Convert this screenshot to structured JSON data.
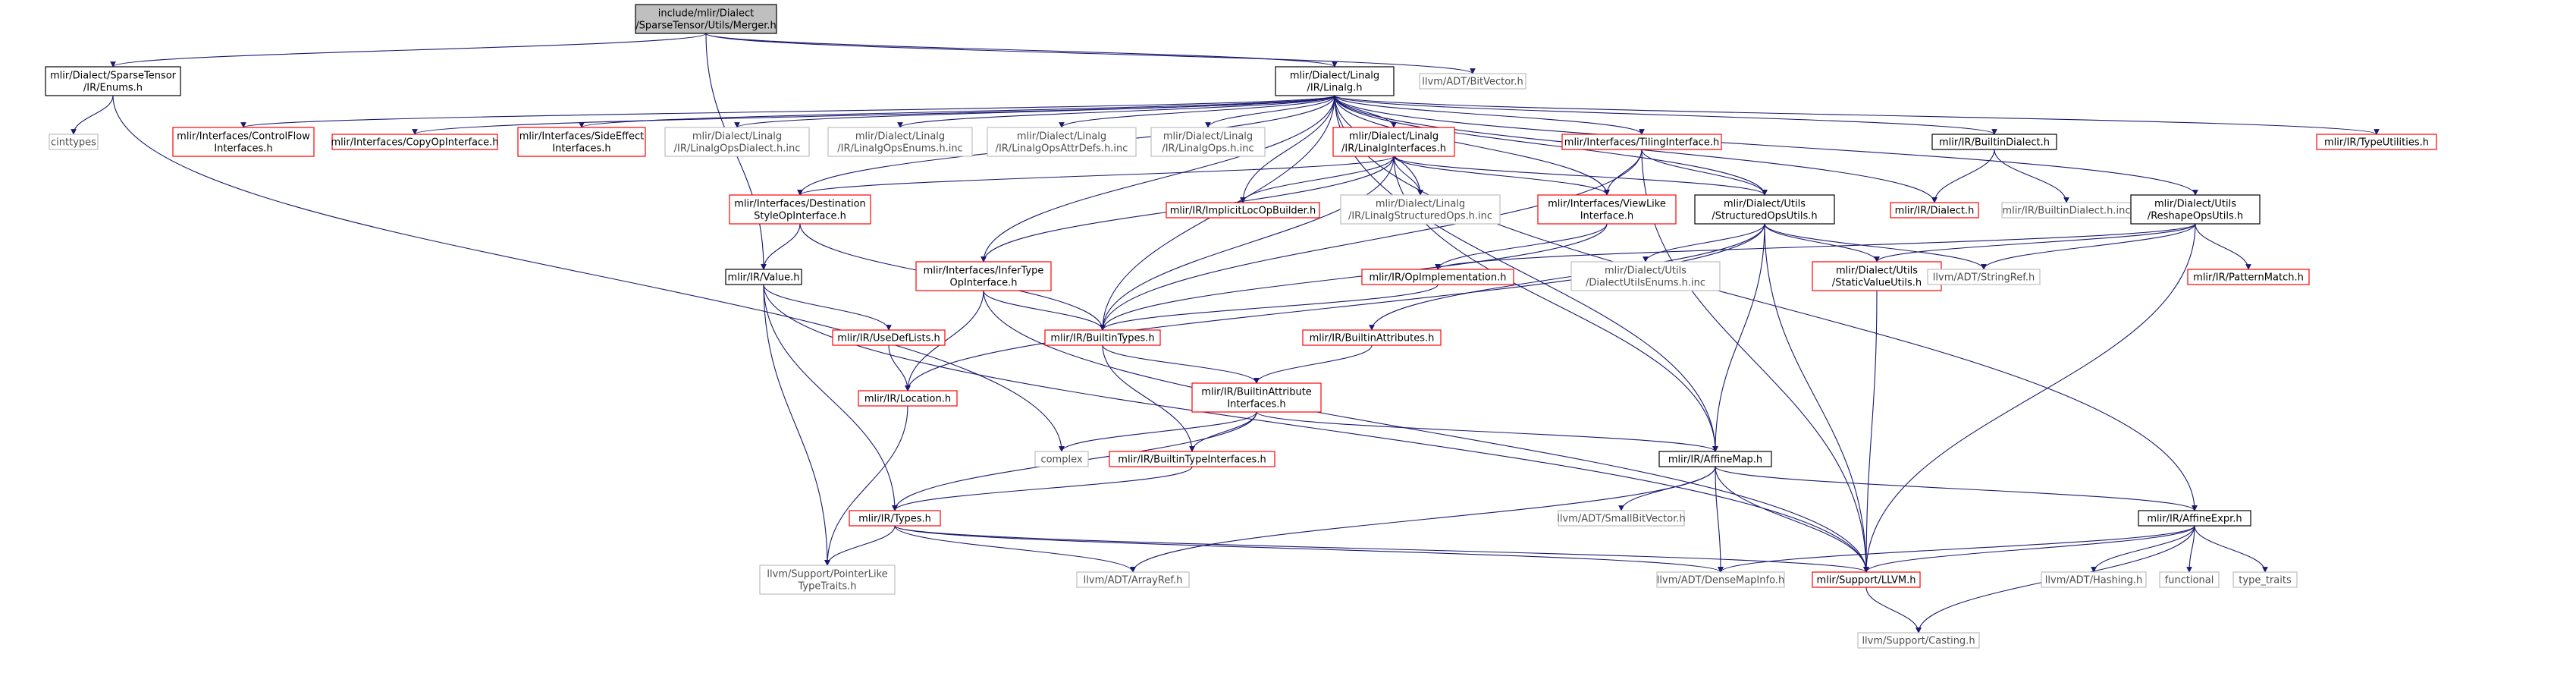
{
  "colors": {
    "edge": "#191970",
    "root_fill": "#bfbfbf",
    "box_border_standard": "#000000",
    "box_border_red": "#ff0000",
    "box_border_gray": "#bfbfbf"
  },
  "nodes": [
    {
      "id": "merger",
      "lines": [
        "include/mlir/Dialect",
        "/SparseTensor/Utils/Merger.h"
      ],
      "style": "root"
    },
    {
      "id": "enums",
      "lines": [
        "mlir/Dialect/SparseTensor",
        "/IR/Enums.h"
      ],
      "style": "std"
    },
    {
      "id": "linalg",
      "lines": [
        "mlir/Dialect/Linalg",
        "/IR/Linalg.h"
      ],
      "style": "std"
    },
    {
      "id": "bitvector",
      "lines": [
        "llvm/ADT/BitVector.h"
      ],
      "style": "gray"
    },
    {
      "id": "cinttypes",
      "lines": [
        "cinttypes"
      ],
      "style": "gray"
    },
    {
      "id": "controlflow",
      "lines": [
        "mlir/Interfaces/ControlFlow",
        "Interfaces.h"
      ],
      "style": "red"
    },
    {
      "id": "copyop",
      "lines": [
        "mlir/Interfaces/CopyOpInterface.h"
      ],
      "style": "red"
    },
    {
      "id": "sideeffect",
      "lines": [
        "mlir/Interfaces/SideEffect",
        "Interfaces.h"
      ],
      "style": "red"
    },
    {
      "id": "linalgdialectinc",
      "lines": [
        "mlir/Dialect/Linalg",
        "/IR/LinalgOpsDialect.h.inc"
      ],
      "style": "gray"
    },
    {
      "id": "linalgenumsinc",
      "lines": [
        "mlir/Dialect/Linalg",
        "/IR/LinalgOpsEnums.h.inc"
      ],
      "style": "gray"
    },
    {
      "id": "linalgattrinc",
      "lines": [
        "mlir/Dialect/Linalg",
        "/IR/LinalgOpsAttrDefs.h.inc"
      ],
      "style": "gray"
    },
    {
      "id": "linalgopsinc",
      "lines": [
        "mlir/Dialect/Linalg",
        "/IR/LinalgOps.h.inc"
      ],
      "style": "gray"
    },
    {
      "id": "linalginterfaces",
      "lines": [
        "mlir/Dialect/Linalg",
        "/IR/LinalgInterfaces.h"
      ],
      "style": "red"
    },
    {
      "id": "tiling",
      "lines": [
        "mlir/Interfaces/TilingInterface.h"
      ],
      "style": "red"
    },
    {
      "id": "builtindialect",
      "lines": [
        "mlir/IR/BuiltinDialect.h"
      ],
      "style": "std"
    },
    {
      "id": "typeutil",
      "lines": [
        "mlir/IR/TypeUtilities.h"
      ],
      "style": "red"
    },
    {
      "id": "destination",
      "lines": [
        "mlir/Interfaces/Destination",
        "StyleOpInterface.h"
      ],
      "style": "red"
    },
    {
      "id": "implicitloc",
      "lines": [
        "mlir/IR/ImplicitLocOpBuilder.h"
      ],
      "style": "red"
    },
    {
      "id": "structuredinc",
      "lines": [
        "mlir/Dialect/Linalg",
        "/IR/LinalgStructuredOps.h.inc"
      ],
      "style": "gray"
    },
    {
      "id": "viewlike",
      "lines": [
        "mlir/Interfaces/ViewLike",
        "Interface.h"
      ],
      "style": "red"
    },
    {
      "id": "structuredutils",
      "lines": [
        "mlir/Dialect/Utils",
        "/StructuredOpsUtils.h"
      ],
      "style": "std"
    },
    {
      "id": "dialect",
      "lines": [
        "mlir/IR/Dialect.h"
      ],
      "style": "red"
    },
    {
      "id": "builtindialectinc",
      "lines": [
        "mlir/IR/BuiltinDialect.h.inc"
      ],
      "style": "gray"
    },
    {
      "id": "reshape",
      "lines": [
        "mlir/Dialect/Utils",
        "/ReshapeOpsUtils.h"
      ],
      "style": "std"
    },
    {
      "id": "value",
      "lines": [
        "mlir/IR/Value.h"
      ],
      "style": "std"
    },
    {
      "id": "infertype",
      "lines": [
        "mlir/Interfaces/InferType",
        "OpInterface.h"
      ],
      "style": "red"
    },
    {
      "id": "opimpl",
      "lines": [
        "mlir/IR/OpImplementation.h"
      ],
      "style": "red"
    },
    {
      "id": "dialectutilsenums",
      "lines": [
        "mlir/Dialect/Utils",
        "/DialectUtilsEnums.h.inc"
      ],
      "style": "gray"
    },
    {
      "id": "staticvalue",
      "lines": [
        "mlir/Dialect/Utils",
        "/StaticValueUtils.h"
      ],
      "style": "red"
    },
    {
      "id": "stringref",
      "lines": [
        "llvm/ADT/StringRef.h"
      ],
      "style": "gray"
    },
    {
      "id": "patternmatch",
      "lines": [
        "mlir/IR/PatternMatch.h"
      ],
      "style": "red"
    },
    {
      "id": "usedeflists",
      "lines": [
        "mlir/IR/UseDefLists.h"
      ],
      "style": "red"
    },
    {
      "id": "builtintypes",
      "lines": [
        "mlir/IR/BuiltinTypes.h"
      ],
      "style": "red"
    },
    {
      "id": "builtinattrs",
      "lines": [
        "mlir/IR/BuiltinAttributes.h"
      ],
      "style": "red"
    },
    {
      "id": "location",
      "lines": [
        "mlir/IR/Location.h"
      ],
      "style": "red"
    },
    {
      "id": "builtinattrif",
      "lines": [
        "mlir/IR/BuiltinAttribute",
        "Interfaces.h"
      ],
      "style": "red"
    },
    {
      "id": "complex",
      "lines": [
        "complex"
      ],
      "style": "gray"
    },
    {
      "id": "builtintypeif",
      "lines": [
        "mlir/IR/BuiltinTypeInterfaces.h"
      ],
      "style": "red"
    },
    {
      "id": "affinemap",
      "lines": [
        "mlir/IR/AffineMap.h"
      ],
      "style": "std"
    },
    {
      "id": "types",
      "lines": [
        "mlir/IR/Types.h"
      ],
      "style": "red"
    },
    {
      "id": "smallbitvector",
      "lines": [
        "llvm/ADT/SmallBitVector.h"
      ],
      "style": "gray"
    },
    {
      "id": "affineexpr",
      "lines": [
        "mlir/IR/AffineExpr.h"
      ],
      "style": "std"
    },
    {
      "id": "pointerlike",
      "lines": [
        "llvm/Support/PointerLike",
        "TypeTraits.h"
      ],
      "style": "gray"
    },
    {
      "id": "arrayref",
      "lines": [
        "llvm/ADT/ArrayRef.h"
      ],
      "style": "gray"
    },
    {
      "id": "densemapinfo",
      "lines": [
        "llvm/ADT/DenseMapInfo.h"
      ],
      "style": "gray"
    },
    {
      "id": "llvm",
      "lines": [
        "mlir/Support/LLVM.h"
      ],
      "style": "red"
    },
    {
      "id": "hashing",
      "lines": [
        "llvm/ADT/Hashing.h"
      ],
      "style": "gray"
    },
    {
      "id": "functional",
      "lines": [
        "functional"
      ],
      "style": "gray"
    },
    {
      "id": "typetraits",
      "lines": [
        "type_traits"
      ],
      "style": "gray"
    },
    {
      "id": "casting",
      "lines": [
        "llvm/Support/Casting.h"
      ],
      "style": "gray"
    }
  ]
}
